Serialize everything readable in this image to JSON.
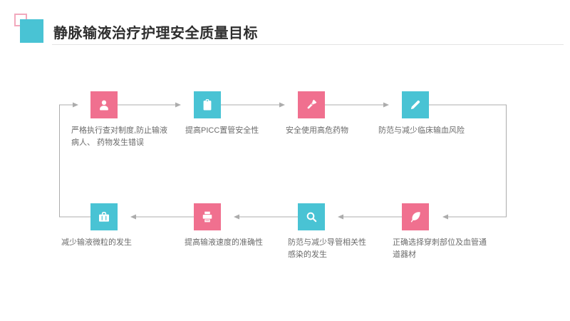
{
  "slide": {
    "title": "静脉输液治疗护理安全质量目标"
  },
  "colors": {
    "pink": "#F0708F",
    "teal": "#49C3D4",
    "pink-outline": "#F2A9BD",
    "connector": "#ACACAC",
    "label-text": "#6B6B6B",
    "title-text": "#2E2E2E",
    "divider": "#E4E4E4"
  },
  "flow": {
    "nodes": [
      {
        "icon": "user-icon",
        "color": "pink",
        "label": "严格执行查对制度,防止输液\n病人、 药物发生错误"
      },
      {
        "icon": "clipboard-icon",
        "color": "teal",
        "label": "提高PICC置管安全性"
      },
      {
        "icon": "flashlight-icon",
        "color": "pink",
        "label": "安全使用高危药物"
      },
      {
        "icon": "pencil-icon",
        "color": "teal",
        "label": "防范与减少临床输血风险"
      },
      {
        "icon": "feather-icon",
        "color": "pink",
        "label": "正确选择穿刺部位及血管通\n道器材"
      },
      {
        "icon": "search-icon",
        "color": "teal",
        "label": "防范与减少导管相关性\n感染的发生"
      },
      {
        "icon": "printer-icon",
        "color": "pink",
        "label": "提高输液速度的准确性"
      },
      {
        "icon": "briefcase-icon",
        "color": "teal",
        "label": "减少输液微粒的发生"
      }
    ]
  }
}
